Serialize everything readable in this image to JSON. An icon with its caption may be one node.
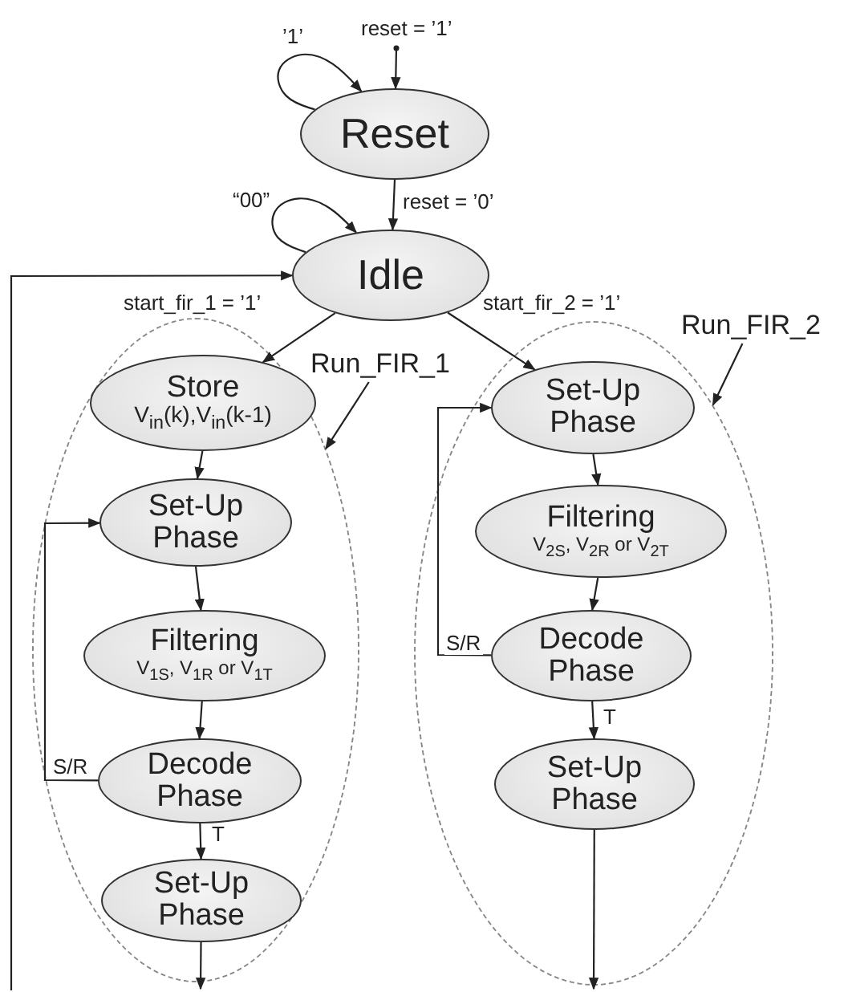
{
  "diagram": {
    "nodes": [
      {
        "text": [
          "Reset"
        ]
      },
      {
        "text": [
          "Idle"
        ]
      },
      {
        "text": [],
        "shape": "ellipse"
      },
      {
        "text": [
          "Store",
          "V$_{in}$(k),V$_{in}$(k-1)"
        ],
        "in": 2
      },
      {
        "text": [
          "Set-Up Phase"
        ],
        "in": 2
      },
      {
        "text": [
          "Filtering",
          "V$_{1S}$, V$_{1R}$ or V$_{1T}$"
        ],
        "in": 2
      },
      {
        "text": [
          "Decode Phase"
        ],
        "in": 2
      },
      {
        "text": [
          "Set-Up Phase"
        ],
        "in": 2
      },
      {
        "text": [
          "Run_FIR_1"
        ]
      },
      {
        "text": [],
        "shape": "ellipse"
      },
      {
        "text": [
          "Set-Up Phase"
        ],
        "in": 9
      },
      {
        "text": [
          "Filtering",
          "V$_{2S}$, V$_{2R}$ or V$_{2T}$"
        ],
        "in": 9
      },
      {
        "text": [
          "Decode Phase"
        ],
        "in": 9
      },
      {
        "text": [
          "Set-Up Phase"
        ],
        "in": 9
      },
      {
        "text": [
          "Run_FIR_2"
        ]
      }
    ],
    "edges": [
      {
        "from": null,
        "to": 0,
        "arrow": "to",
        "label": "reset = ’1’"
      },
      {
        "from": 0,
        "to": 0,
        "arrow": "to",
        "label": "’1’"
      },
      {
        "from": 0,
        "to": 1,
        "arrow": "to",
        "label": "reset = ’0’"
      },
      {
        "from": 1,
        "to": 1,
        "arrow": "to",
        "label": "“00”"
      },
      {
        "from": 1,
        "to": 3,
        "arrow": "to",
        "label": "start_fir_1 = ’1’"
      },
      {
        "from": 1,
        "to": 10,
        "arrow": "to",
        "label": "start_fir_2 = ’1’"
      },
      {
        "from": 3,
        "to": 4,
        "arrow": "to"
      },
      {
        "from": 4,
        "to": 5,
        "arrow": "to"
      },
      {
        "from": 5,
        "to": 6,
        "arrow": "to"
      },
      {
        "from": 6,
        "to": 4,
        "arrow": "to",
        "label": "S/R"
      },
      {
        "from": 6,
        "to": 7,
        "arrow": "to",
        "label": "T"
      },
      {
        "from": 7,
        "to": null,
        "arrow": "to"
      },
      {
        "from": 10,
        "to": 11,
        "arrow": "to"
      },
      {
        "from": 11,
        "to": 12,
        "arrow": "to"
      },
      {
        "from": 12,
        "to": 10,
        "arrow": "to",
        "label": "S/R"
      },
      {
        "from": 12,
        "to": 13,
        "arrow": "to",
        "label": "T"
      },
      {
        "from": 13,
        "to": null,
        "arrow": "to"
      },
      {
        "from": null,
        "to": 1,
        "arrow": "to"
      },
      {
        "from": 8,
        "to": 2,
        "arrow": "to"
      },
      {
        "from": 14,
        "to": 9,
        "arrow": "to"
      }
    ]
  }
}
